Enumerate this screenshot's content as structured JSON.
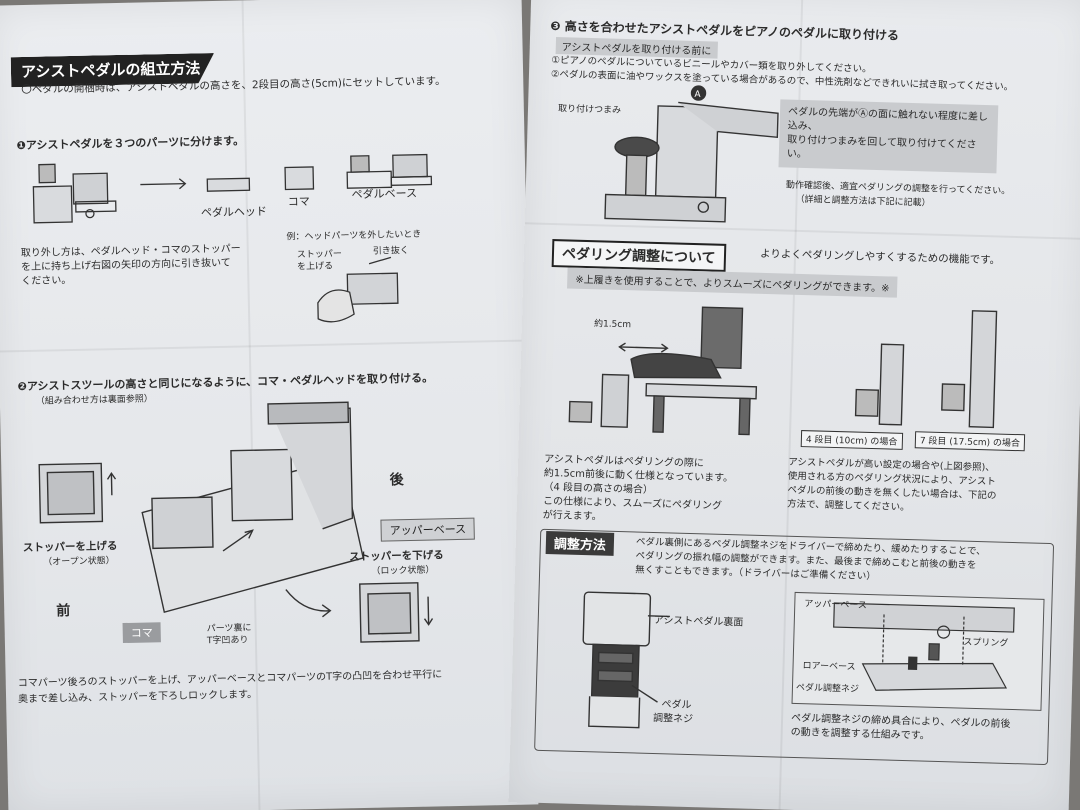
{
  "left": {
    "title": "アシストペダルの組立方法",
    "intro": "〇ペダルの開梱時は、アシストペダルの高さを、2段目の高さ(5cm)にセットしています。",
    "step1": {
      "heading": "❶アシストペダルを３つのパーツに分けます。",
      "parts": [
        "ペダルヘッド",
        "コマ",
        "ペダルベース"
      ],
      "removal_lines": [
        "取り外し方は、ペダルヘッド・コマのストッパー",
        "を上に持ち上げ右図の矢印の方向に引き抜いて",
        "ください。"
      ],
      "example": "例：ヘッドパーツを外したいとき",
      "stopper_up": [
        "ストッパー",
        "を上げる"
      ],
      "pull_out": "引き抜く"
    },
    "step2": {
      "heading": "❷アシストスツールの高さと同じになるように、コマ・ペダルヘッドを取り付ける。",
      "sub": "（組み合わせ方は裏面参照）",
      "stopper_raise": "ストッパーを上げる",
      "open_state": "（オープン状態）",
      "back": "後",
      "front": "前",
      "upper_base": "アッパーベース",
      "stopper_lower": "ストッパーを下げる",
      "lock_state": "（ロック状態）",
      "koma": "コマ",
      "t_groove": [
        "パーツ裏に",
        "T字凹あり"
      ],
      "footer_lines": [
        "コマパーツ後ろのストッパーを上げ、アッパーベースとコマパーツのT字の凸凹を合わせ平行に",
        "奥まで差し込み、ストッパーを下ろしロックします。"
      ]
    }
  },
  "right": {
    "step3": {
      "heading": "❸ 高さを合わせたアシストペダルをピアノのペダルに取り付ける",
      "before_tag": "アシストペダルを取り付ける前に",
      "before_lines": [
        "①ピアノのペダルについているビニールやカバー類を取り外してください。",
        "②ペダルの表面に油やワックスを塗っている場合があるので、中性洗剤などできれいに拭き取ってください。"
      ],
      "knob_label": "取り付けつまみ",
      "marker": "A",
      "instruction_lines": [
        "ペダルの先端がⒶの面に触れない程度に差し込み、",
        "取り付けつまみを回して取り付けてください。"
      ],
      "check_lines": [
        "動作確認後、適宜ペダリングの調整を行ってください。",
        "（詳細と調整方法は下記に記載）"
      ]
    },
    "pedaling": {
      "heading": "ペダリング調整について",
      "tagline": "よりよくペダリングしやすくするための機能です。",
      "band": "※上履きを使用することで、よりスムーズにペダリングができます。※",
      "approx": "約1.5cm",
      "step4_label": "4 段目 (10cm) の場合",
      "step7_label": "7 段目 (17.5cm) の場合",
      "left_desc": [
        "アシストペダルはペダリングの際に",
        "約1.5cm前後に動く仕様となっています。",
        "（4 段目の高さの場合）",
        "この仕様により、スムーズにペダリング",
        "が行えます。"
      ],
      "right_desc": [
        "アシストペダルが高い設定の場合や(上図参照)、",
        "使用される方のペダリング状況により、アシスト",
        "ペダルの前後の動きを無くしたい場合は、下記の",
        "方法で、調整してください。"
      ]
    },
    "adjust": {
      "heading": "調整方法",
      "lines": [
        "ペダル裏側にあるペダル調整ネジをドライバーで締めたり、緩めたりすることで、",
        "ペダリングの振れ幅の調整ができます。また、最後まで締めこむと前後の動きを",
        "無くすこともできます。（ドライバーはご準備ください）"
      ],
      "back_label": "アシストペダル裏面",
      "screw_label": [
        "ペダル",
        "調整ネジ"
      ],
      "upper_base": "アッパーベース",
      "spring": "スプリング",
      "lower_base": "ロアーベース",
      "screw_small": "ペダル調整ネジ",
      "footer_lines": [
        "ペダル調整ネジの締め具合により、ペダルの前後",
        "の動きを調整する仕組みです。"
      ]
    }
  }
}
